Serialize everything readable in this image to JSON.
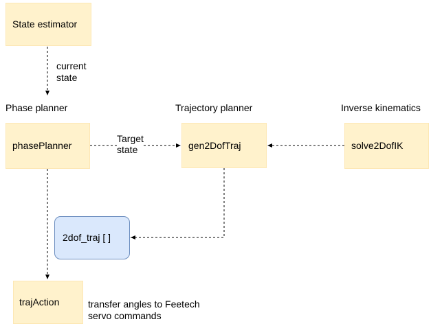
{
  "colors": {
    "process_fill": "#fff2cc",
    "process_border": "#fde7b4",
    "array_fill": "#dae8fc",
    "array_border": "#6c8ebf",
    "edge": "#000000"
  },
  "nodes": {
    "state_estimator": "State estimator",
    "phase_planner": "phasePlanner",
    "gen2dof_traj": "gen2DofTraj",
    "solve2dof_ik": "solve2DofIK",
    "traj_array": "2dof_traj [ ]",
    "traj_action": "trajAction"
  },
  "headings": {
    "phase_planner": "Phase planner",
    "trajectory_planner": "Trajectory planner",
    "inverse_kinematics": "Inverse kinematics"
  },
  "edge_labels": {
    "current_state_1": "current",
    "current_state_2": "state",
    "target_state_1": "Target",
    "target_state_2": "state",
    "transfer_1": "transfer angles to Feetech",
    "transfer_2": "servo commands"
  }
}
